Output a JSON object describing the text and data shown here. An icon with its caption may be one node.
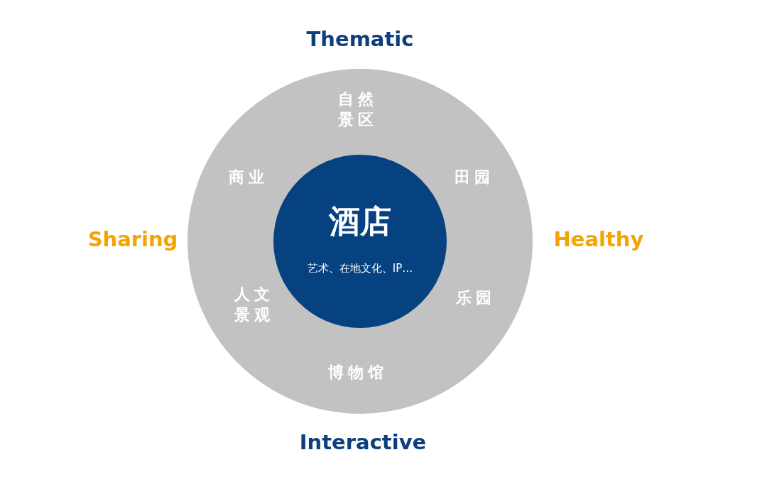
{
  "diagram": {
    "nodes": [
      {
        "text": [
          "自然景区",
          "商业",
          "田园",
          "人文景观",
          "乐园",
          "博物馆"
        ]
      },
      {
        "text": [
          "酒店",
          "艺术、在地文化、IP…"
        ],
        "in": 0
      }
    ],
    "labels": [
      "Thematic",
      "Sharing",
      "Healthy",
      "Interactive"
    ]
  }
}
